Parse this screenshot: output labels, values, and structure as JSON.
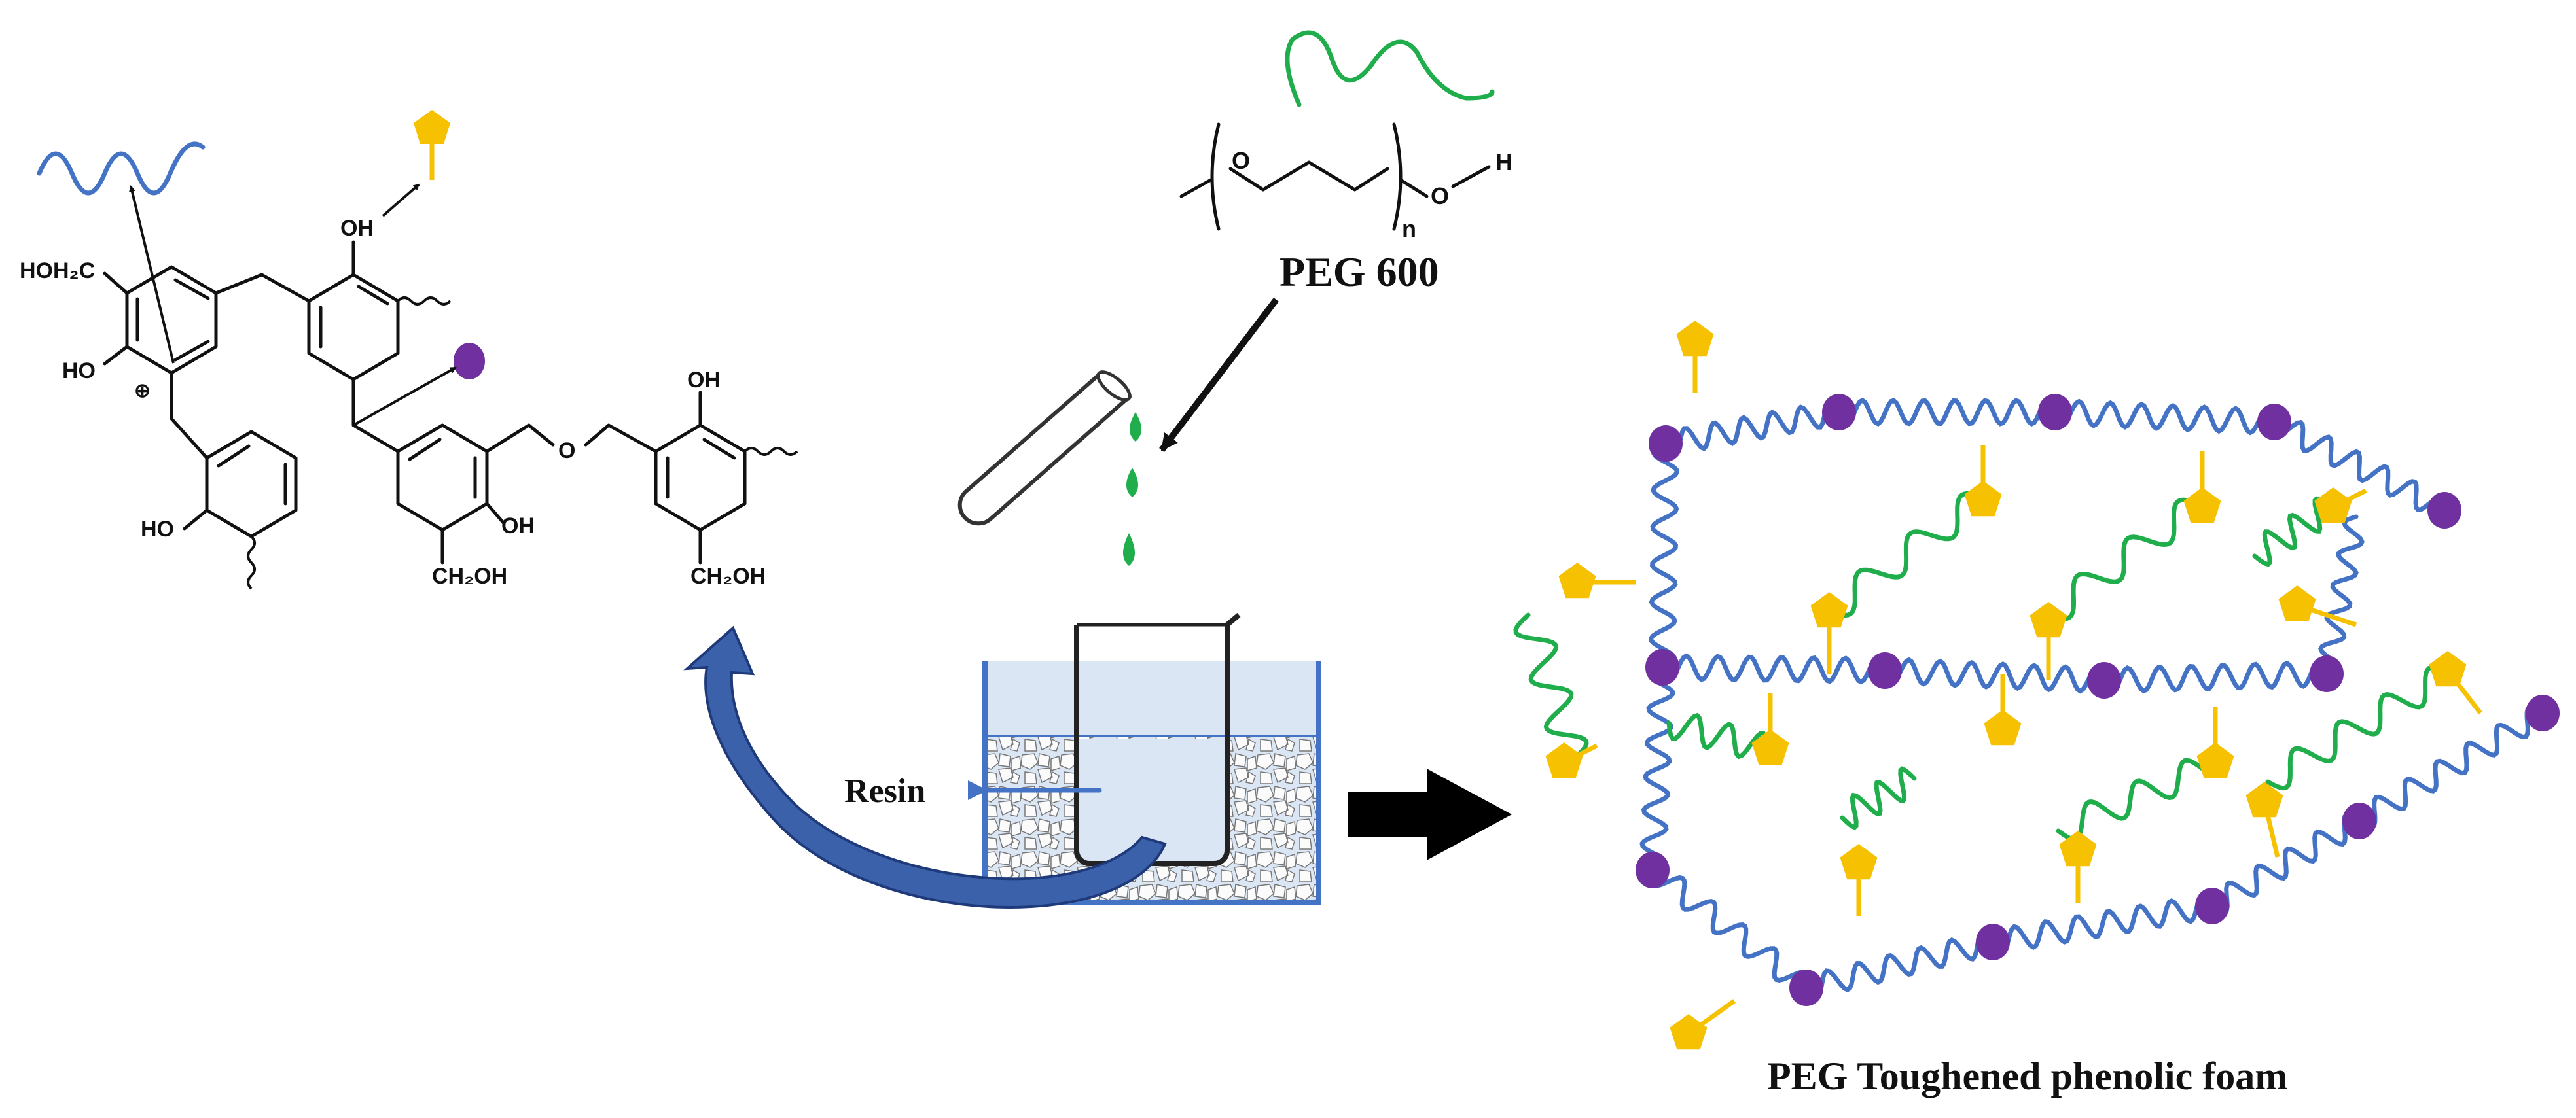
{
  "labels": {
    "hoh2c": "HOH₂C",
    "oh": "OH",
    "ho": "HO",
    "ch2oh": "CH₂OH",
    "plus": "⊕",
    "o": "O",
    "h": "H",
    "n": "n",
    "peg": "PEG 600",
    "resin": "Resin",
    "foam": "PEG Toughened phenolic foam"
  },
  "colors": {
    "resin_chain": "#4472c4",
    "peg_chain": "#1fae4b",
    "pentagon": "#f5c100",
    "node": "#7030a0",
    "arrow": "#111111"
  },
  "icons": [
    "wavy-chain-icon",
    "pentagon-icon",
    "purple-bead-icon",
    "test-tube-icon",
    "beaker-icon",
    "curved-arrow-icon",
    "block-arrow-icon"
  ]
}
